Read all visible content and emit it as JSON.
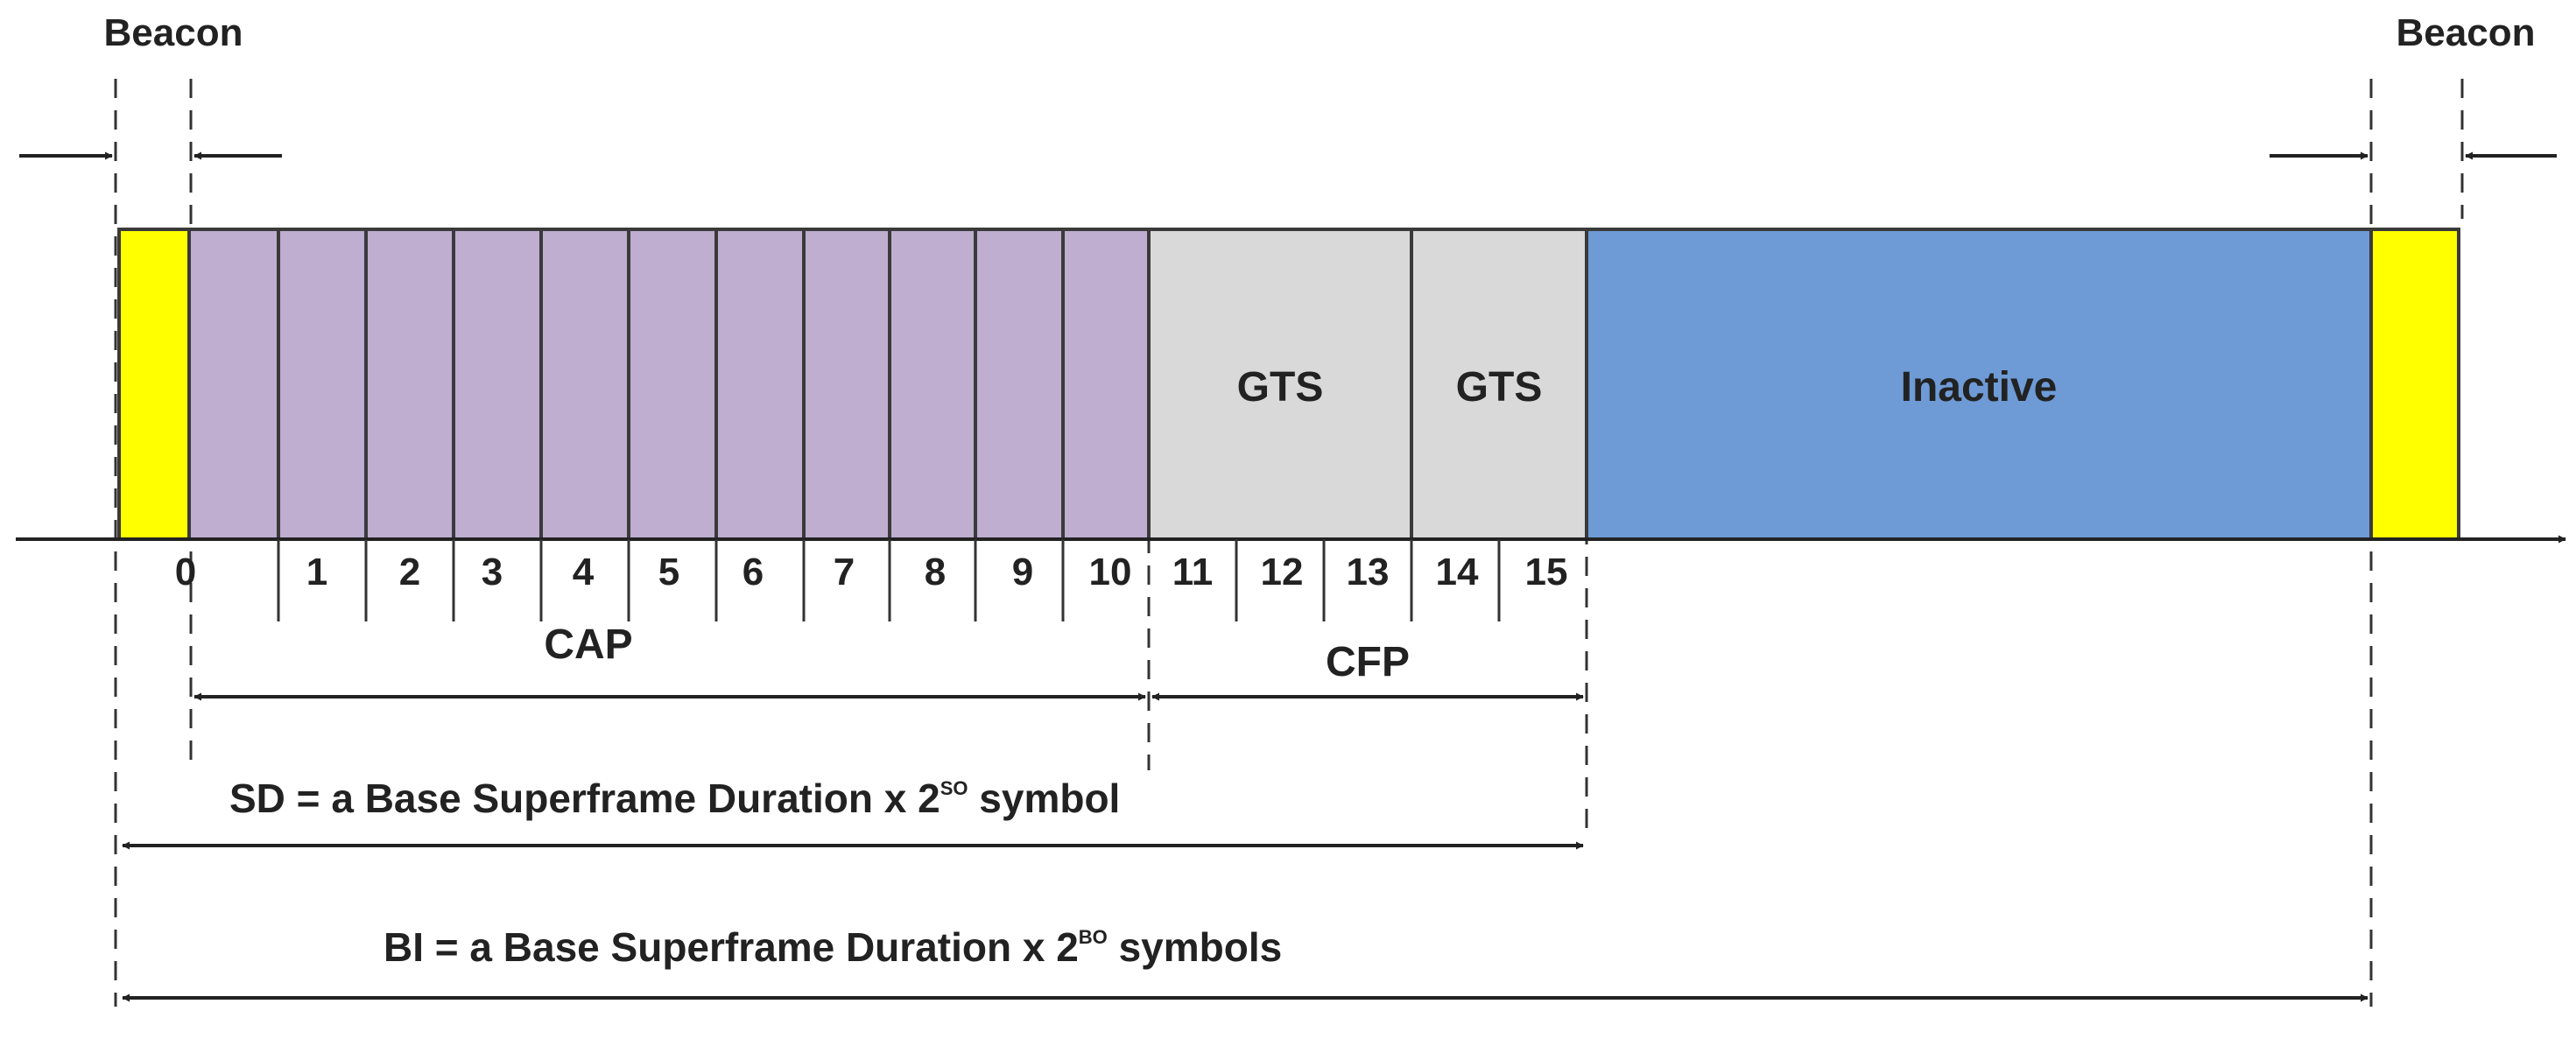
{
  "beacon": {
    "left_label": "Beacon",
    "right_label": "Beacon"
  },
  "superframe": {
    "slot_numbers": [
      "0",
      "1",
      "2",
      "3",
      "4",
      "5",
      "6",
      "7",
      "8",
      "9",
      "10",
      "11",
      "12",
      "13",
      "14",
      "15"
    ],
    "gts_labels": [
      "GTS",
      "GTS"
    ],
    "inactive_label": "Inactive"
  },
  "periods": {
    "cap_label": "CAP",
    "cfp_label": "CFP"
  },
  "formulas": {
    "sd": {
      "prefix": "SD =  a Base Superframe Duration x 2",
      "superscript": "SO",
      "suffix": " symbol"
    },
    "bi": {
      "prefix": "BI = a Base Superframe Duration x 2",
      "superscript": "BO",
      "suffix": "  symbols"
    }
  },
  "colors": {
    "beacon": "#ffff00",
    "cap": "#bfaed0",
    "gts": "#d9d9d9",
    "inactive": "#6e9bd6",
    "stroke": "#3a3a3a"
  }
}
